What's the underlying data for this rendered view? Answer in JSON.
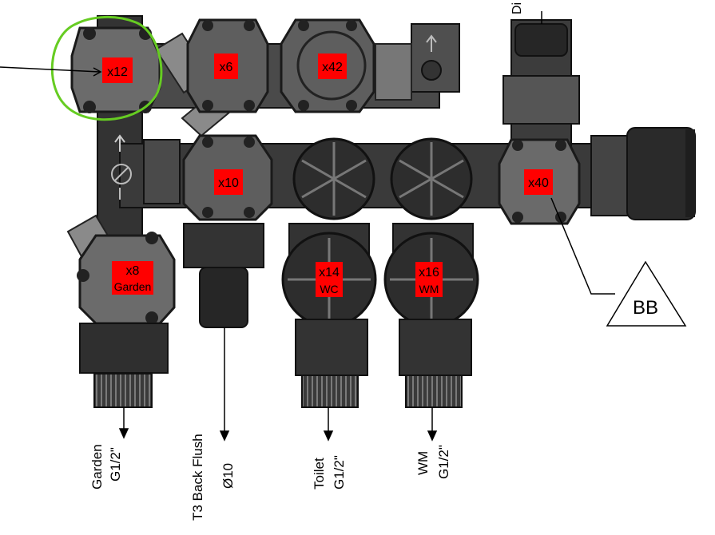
{
  "valves": [
    {
      "id": "v12",
      "label": "x12",
      "sub": ""
    },
    {
      "id": "v6",
      "label": "x6",
      "sub": ""
    },
    {
      "id": "v42",
      "label": "x42",
      "sub": ""
    },
    {
      "id": "v10",
      "label": "x10",
      "sub": ""
    },
    {
      "id": "v40",
      "label": "x40",
      "sub": ""
    },
    {
      "id": "v8",
      "label": "x8",
      "sub": "Garden"
    },
    {
      "id": "v14",
      "label": "x14",
      "sub": "WC"
    },
    {
      "id": "v16",
      "label": "x16",
      "sub": "WM"
    }
  ],
  "outlets": [
    {
      "line1": "Garden",
      "line2": "G1/2\""
    },
    {
      "line1": "T3 Back Flush",
      "line2": "Ø10"
    },
    {
      "line1": "Toilet",
      "line2": "G1/2\""
    },
    {
      "line1": "WM",
      "line2": "G1/2\""
    }
  ],
  "top_label": "Di",
  "callout": {
    "text": "BB"
  },
  "colors": {
    "valve_tag": "#ff0000",
    "highlight": "#66cc22",
    "body_dark": "#2d2d2d",
    "body_mid": "#5a5a5a",
    "body_light": "#8c8c8c"
  }
}
